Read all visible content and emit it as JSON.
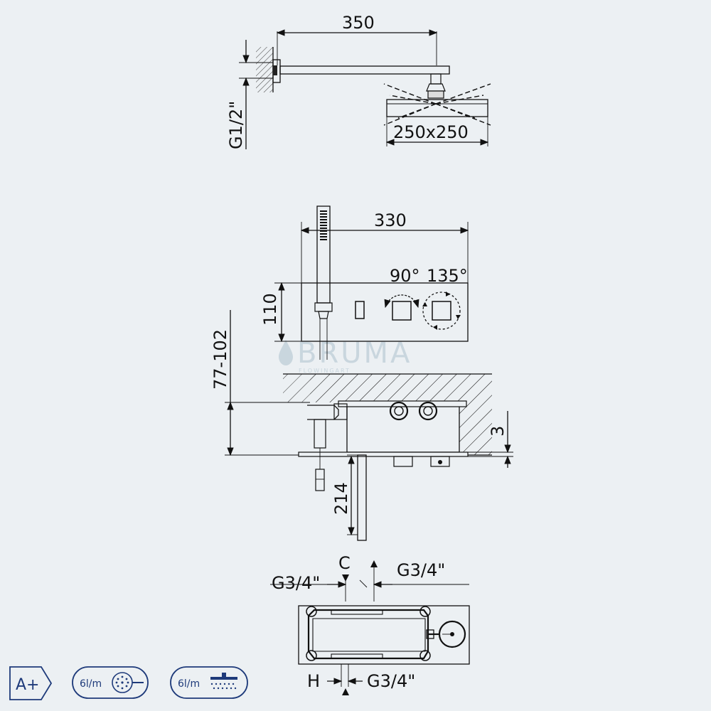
{
  "top_view": {
    "arm_length": "350",
    "head_size": "250x250",
    "thread": "G1/2\""
  },
  "middle_view": {
    "total_width": "330",
    "angle_left": "90°",
    "angle_right": "135°",
    "plate_height": "110",
    "depth_range": "77-102",
    "box_offset": "3",
    "drop": "214"
  },
  "bottom_view": {
    "connection_top_left": "G3/4\"",
    "connection_top_right": "G3/4\"",
    "connection_bottom": "G3/4\"",
    "label_c": "C",
    "label_h": "H"
  },
  "watermark": {
    "brand": "BRUMA",
    "sub": "FLOWINGART"
  },
  "badges": {
    "energy_class": "A+",
    "hand_flow": "6l/m",
    "head_flow": "6l/m"
  },
  "colors": {
    "background": "#ECF0F3",
    "line": "#111111",
    "badge": "#1E3A7A",
    "watermark": "#C9D6DE"
  }
}
